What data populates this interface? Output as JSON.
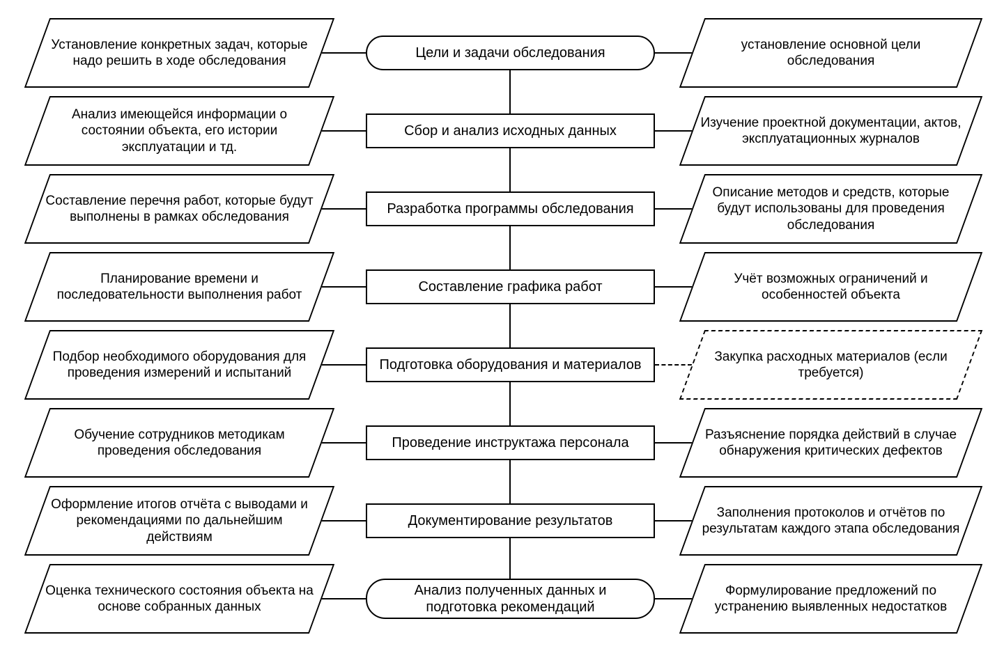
{
  "diagram": {
    "type": "flowchart",
    "colors": {
      "stroke": "#000000",
      "background": "#ffffff"
    },
    "rows": [
      {
        "left": "Установление конкретных задач, которые надо решить в ходе обследования",
        "center": "Цели и задачи обследования",
        "right": "установление основной цели обследования"
      },
      {
        "left": "Анализ имеющейся информации о состоянии объекта, его истории эксплуатации и тд.",
        "center": "Сбор и анализ исходных данных",
        "right": "Изучение проектной документации, актов, эксплуатационных журналов"
      },
      {
        "left": "Составление перечня работ, которые будут выполнены в рамках обследования",
        "center": "Разработка программы обследования",
        "right": "Описание методов и средств, которые будут использованы для проведения обследования"
      },
      {
        "left": "Планирование времени и последовательности выполнения работ",
        "center": "Составление графика работ",
        "right": "Учёт возможных ограничений и особенностей объекта"
      },
      {
        "left": "Подбор необходимого оборудования для проведения измерений и испытаний",
        "center": "Подготовка оборудования и материалов",
        "right": "Закупка расходных материалов (если требуется)"
      },
      {
        "left": "Обучение сотрудников методикам проведения обследования",
        "center": "Проведение инструктажа персонала",
        "right": "Разъяснение порядка действий в случае обнаружения критических дефектов"
      },
      {
        "left": "Оформление итогов отчёта с выводами и рекомендациями по дальнейшим действиям",
        "center": "Документирование результатов",
        "right": "Заполнения протоколов и отчётов по результатам каждого этапа обследования"
      },
      {
        "left": "Оценка технического состояния объекта на основе собранных данных",
        "center": "Анализ полученных данных и подготовка рекомендаций",
        "right": "Формулирование предложений по устранению выявленных недостатков"
      }
    ]
  }
}
